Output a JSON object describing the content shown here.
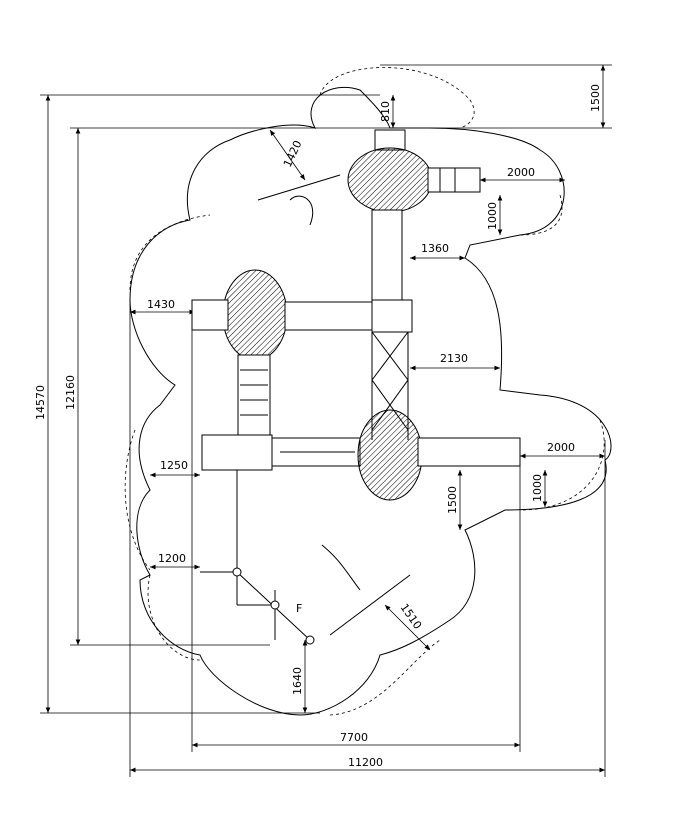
{
  "drawing": {
    "dimensions": {
      "overall_height": "14570",
      "inner_height": "12160",
      "top_offset": "1500",
      "top_tower_offset": "810",
      "top_slide_angle": "1420",
      "top_right_slide_length": "2000",
      "top_right_slide_width": "1000",
      "tower_gap": "1360",
      "left_stair": "1430",
      "bridge_offset": "2130",
      "right_slide_length": "2000",
      "right_slide_width": "1000",
      "left_stair_lower": "1250",
      "lower_offset": "1500",
      "lower_left": "1200",
      "diagonal_slide": "1510",
      "bottom_offset": "1640",
      "inner_width": "7700",
      "overall_width": "11200"
    },
    "markers": {
      "letter_f": "F"
    }
  }
}
